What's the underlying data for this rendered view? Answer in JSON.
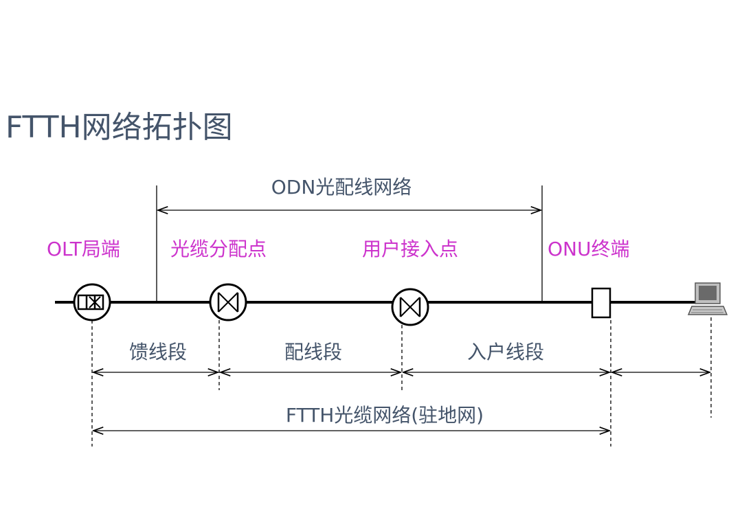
{
  "title": "FTTH网络拓扑图",
  "odn_label": "ODN光配线网络",
  "nodes": {
    "olt": "OLT局端",
    "cable_distribution": "光缆分配点",
    "user_access": "用户接入点",
    "onu": "ONU终端"
  },
  "segments": {
    "feeder": "馈线段",
    "distribution": "配线段",
    "drop": "入户线段"
  },
  "ftth_network_label": "FTTH光缆网络(驻地网)",
  "colors": {
    "title": "#44546a",
    "accent": "#cc33cc",
    "line": "#000000"
  }
}
